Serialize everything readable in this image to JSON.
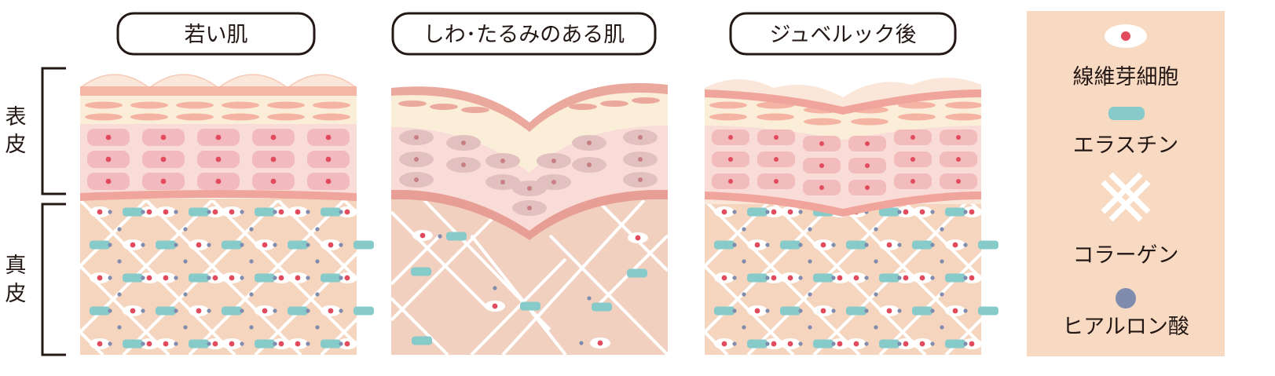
{
  "layer_labels": {
    "epidermis": [
      "表",
      "皮"
    ],
    "dermis": [
      "真",
      "皮"
    ]
  },
  "panels": [
    {
      "title": "若い肌",
      "state": "young"
    },
    {
      "title": "しわ･たるみのある肌",
      "state": "wrinkled"
    },
    {
      "title": "ジュベルック後",
      "state": "after_treatment"
    }
  ],
  "legend": [
    {
      "label": "線維芽細胞",
      "icon": "fibroblast-icon"
    },
    {
      "label": "エラスチン",
      "icon": "elastin-icon"
    },
    {
      "label": "コラーゲン",
      "icon": "collagen-icon"
    },
    {
      "label": "ヒアルロン酸",
      "icon": "hyaluronic-acid-icon"
    }
  ],
  "colors": {
    "dermis": "#f5d5be",
    "dermis_faded": "#f1d0c0",
    "epidermis_top": "#f4b7a6",
    "lipid_layer": "#fbeed8",
    "cell_layer": "#f9dcd8",
    "cell": "#f2b9bf",
    "cell_wrinkled": "#e2c0bf",
    "nucleus": "#e24a5d",
    "elastin": "#86cac9",
    "hyaluronic_acid": "#7f8cae",
    "collagen": "#ffffff",
    "legend_bg": "#f8d9c2",
    "outline": "#231815"
  }
}
